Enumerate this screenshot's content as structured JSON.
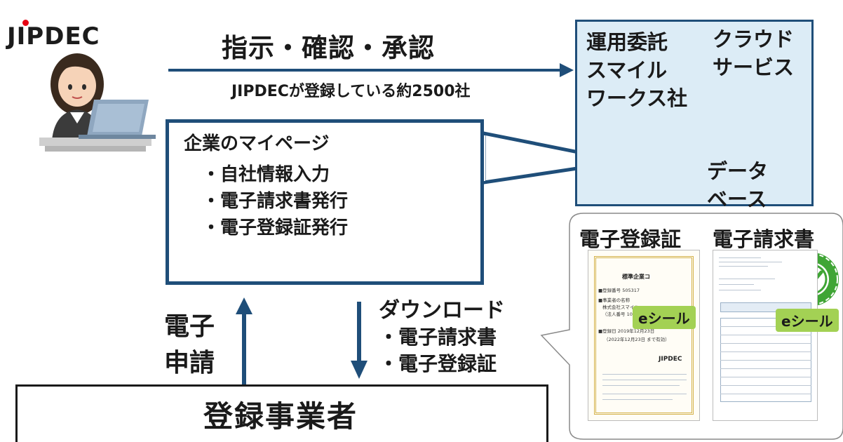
{
  "logo": {
    "text": "JIPDEC"
  },
  "instruction": {
    "label": "指示・確認・承認"
  },
  "registered_count": {
    "label": "JIPDECが登録している約2500社"
  },
  "cloud_panel": {
    "operator_lines": [
      "運用委託",
      "スマイル",
      "ワークス社"
    ],
    "cloud_lines": [
      "クラウド",
      "サービス"
    ],
    "database_lines": [
      "データ",
      "ベース"
    ]
  },
  "mypage": {
    "title": "企業のマイページ",
    "items": [
      "・自社情報入力",
      "・電子請求書発行",
      "・電子登録証発行"
    ]
  },
  "apply": {
    "lines": [
      "電子",
      "申請"
    ]
  },
  "download": {
    "title": "ダウンロード",
    "items": [
      "・電子請求書",
      "・電子登録証"
    ]
  },
  "registrant": {
    "label": "登録事業者"
  },
  "samples": {
    "cert_title": "電子登録証",
    "invoice_title": "電子請求書",
    "eseal_label": "eシール",
    "cert_heading": "標準企業コ",
    "cert_lines": [
      "■登録番号  505317",
      "■事業者の名称",
      "株式会社スマイル",
      "（法人番号 1010",
      "■登録日  2019年12月23日",
      "（2022年12月23日  まで有効）"
    ],
    "cert_footer_logo": "JIPDEC"
  },
  "colors": {
    "navy": "#1f4e79",
    "panel_bg": "#dcecf6",
    "seal_green": "#3fa535",
    "eseal_bg": "#a3d154",
    "logo_red": "#e60012"
  }
}
